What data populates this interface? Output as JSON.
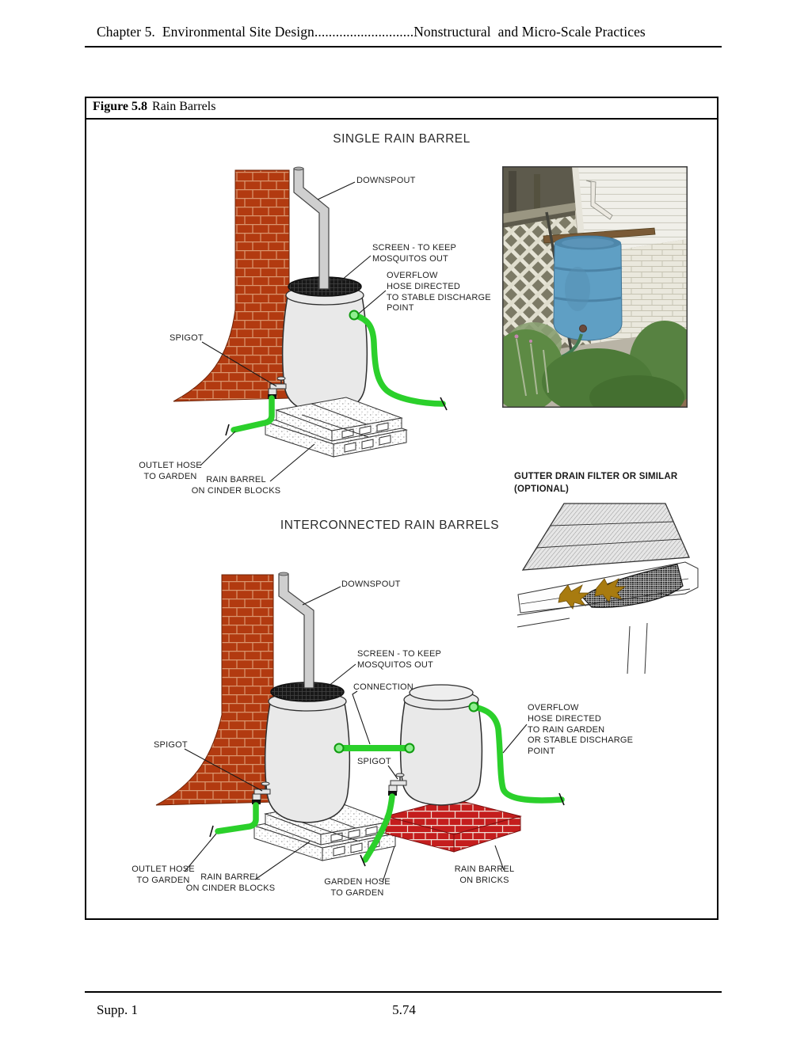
{
  "page": {
    "header": "Chapter 5.  Environmental Site Design............................Nonstructural  and Micro-Scale Practices",
    "footer_left": "Supp. 1",
    "footer_page": "5.74"
  },
  "figure": {
    "label": "Figure 5.8",
    "title": "Rain Barrels",
    "single_heading": "SINGLE RAIN BARREL",
    "inter_heading": "INTERCONNECTED RAIN BARRELS",
    "gutter_note": "GUTTER DRAIN FILTER OR SIMILAR\n(OPTIONAL)",
    "single_labels": {
      "downspout": "DOWNSPOUT",
      "screen": "SCREEN - TO KEEP\nMOSQUITOS OUT",
      "overflow": "OVERFLOW\nHOSE DIRECTED\nTO STABLE DISCHARGE\nPOINT",
      "spigot": "SPIGOT",
      "outlet_hose": "OUTLET HOSE\nTO GARDEN",
      "rain_barrel": "RAIN BARREL\nON CINDER BLOCKS"
    },
    "inter_labels": {
      "downspout": "DOWNSPOUT",
      "screen": "SCREEN - TO KEEP\nMOSQUITOS OUT",
      "connection": "CONNECTION",
      "spigot_left": "SPIGOT",
      "spigot_right": "SPIGOT",
      "overflow": "OVERFLOW\nHOSE DIRECTED\nTO RAIN GARDEN\nOR STABLE DISCHARGE\nPOINT",
      "outlet_hose": "OUTLET HOSE\nTO GARDEN",
      "rain_barrel_cinder": "RAIN BARREL\nON CINDER BLOCKS",
      "garden_hose": "GARDEN HOSE\nTO GARDEN",
      "rain_barrel_bricks": "RAIN BARREL\nON BRICKS"
    },
    "colors": {
      "hose_green": "#2bd02b",
      "brick_wall": "#b23a10",
      "brick_pad": "#c41d1d",
      "barrel_gray": "#e9e9e9",
      "photo_barrel_blue": "#5f9fc4",
      "leaf_gold": "#a87b10"
    }
  }
}
